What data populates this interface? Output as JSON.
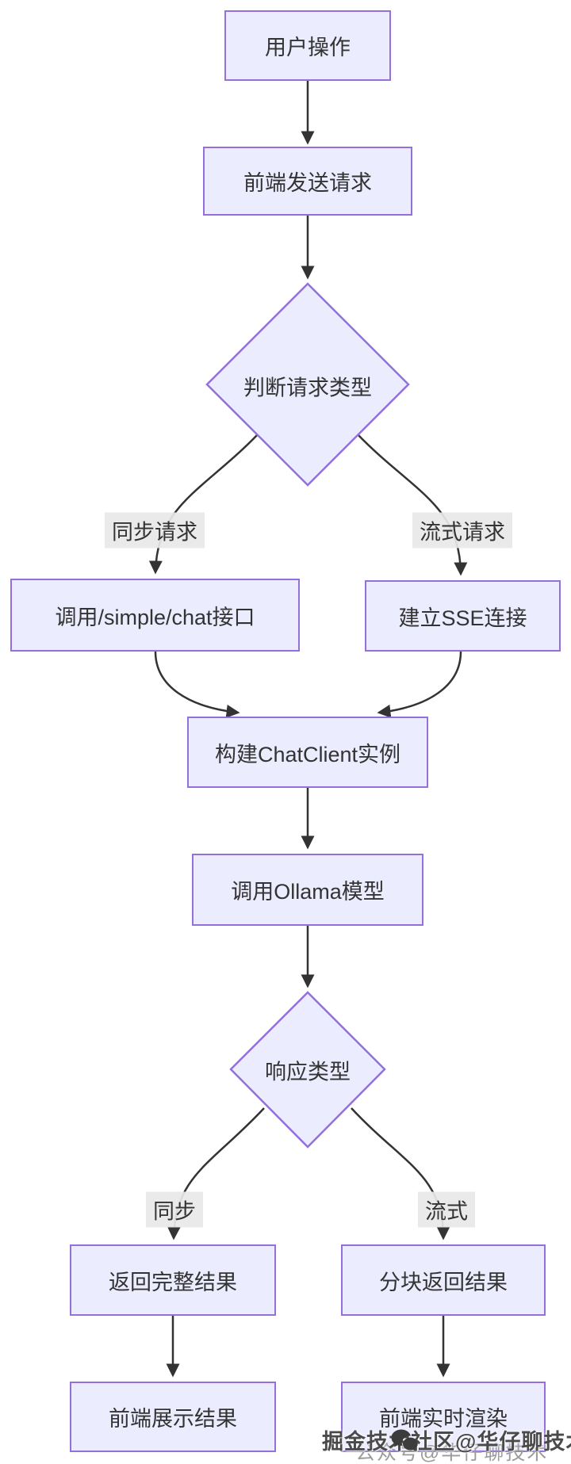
{
  "diagram": {
    "type": "flowchart",
    "direction": "top-down",
    "nodes": {
      "user_action": {
        "label": "用户操作",
        "shape": "rect"
      },
      "frontend_send": {
        "label": "前端发送请求",
        "shape": "rect"
      },
      "judge_request_type": {
        "label": "判断请求类型",
        "shape": "diamond"
      },
      "call_simple_chat": {
        "label": "调用/simple/chat接口",
        "shape": "rect"
      },
      "establish_sse": {
        "label": "建立SSE连接",
        "shape": "rect"
      },
      "build_chatclient": {
        "label": "构建ChatClient实例",
        "shape": "rect"
      },
      "call_ollama": {
        "label": "调用Ollama模型",
        "shape": "rect"
      },
      "response_type": {
        "label": "响应类型",
        "shape": "diamond"
      },
      "return_full": {
        "label": "返回完整结果",
        "shape": "rect"
      },
      "chunk_return": {
        "label": "分块返回结果",
        "shape": "rect"
      },
      "frontend_display": {
        "label": "前端展示结果",
        "shape": "rect"
      },
      "frontend_render": {
        "label": "前端实时渲染",
        "shape": "rect"
      }
    },
    "edge_labels": {
      "sync_request": "同步请求",
      "stream_request": "流式请求",
      "sync": "同步",
      "stream": "流式"
    },
    "edges": [
      {
        "from": "用户操作",
        "to": "前端发送请求"
      },
      {
        "from": "前端发送请求",
        "to": "判断请求类型"
      },
      {
        "from": "判断请求类型",
        "to": "调用/simple/chat接口",
        "label": "同步请求"
      },
      {
        "from": "判断请求类型",
        "to": "建立SSE连接",
        "label": "流式请求"
      },
      {
        "from": "调用/simple/chat接口",
        "to": "构建ChatClient实例"
      },
      {
        "from": "建立SSE连接",
        "to": "构建ChatClient实例"
      },
      {
        "from": "构建ChatClient实例",
        "to": "调用Ollama模型"
      },
      {
        "from": "调用Ollama模型",
        "to": "响应类型"
      },
      {
        "from": "响应类型",
        "to": "返回完整结果",
        "label": "同步"
      },
      {
        "from": "响应类型",
        "to": "分块返回结果",
        "label": "流式"
      },
      {
        "from": "返回完整结果",
        "to": "前端展示结果"
      },
      {
        "from": "分块返回结果",
        "to": "前端实时渲染"
      }
    ],
    "colors": {
      "node_fill": "#ECECFF",
      "node_border": "#9370DB",
      "edge": "#333333",
      "label_bg": "#E8E8E8",
      "text": "#333333",
      "background": "#FFFFFF"
    },
    "watermark": {
      "primary": "掘金技术社区@华仔聊技术",
      "secondary": "公众号@华仔聊技术",
      "icon": "wechat-icon"
    }
  }
}
